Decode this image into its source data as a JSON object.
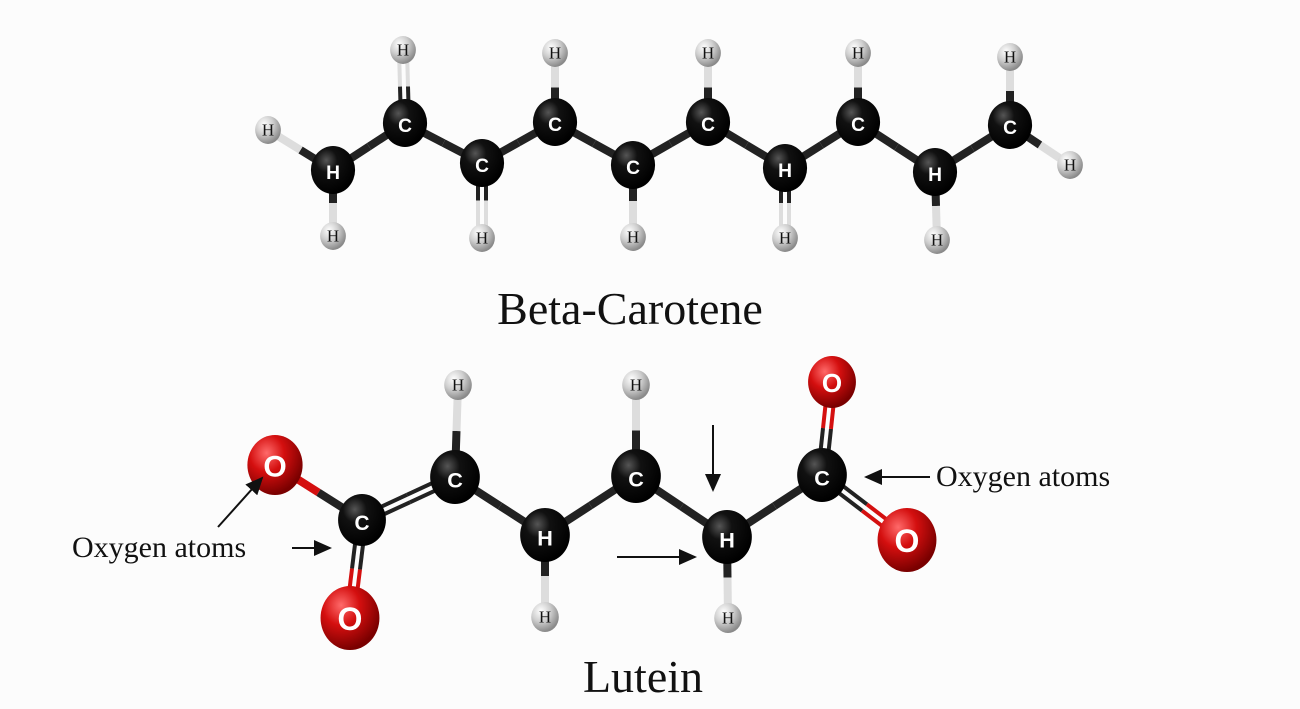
{
  "beta_carotene": {
    "title": "Beta-Carotene",
    "backbone": [
      "H",
      "C",
      "C",
      "C",
      "C",
      "C",
      "H",
      "C",
      "H",
      "C"
    ],
    "hydrogens": [
      "H",
      "H",
      "H",
      "H",
      "H",
      "H",
      "H",
      "H",
      "H",
      "H",
      "H",
      "H"
    ]
  },
  "lutein": {
    "title": "Lutein",
    "atoms": [
      "O",
      "C",
      "O",
      "C",
      "H",
      "C",
      "H",
      "C",
      "O",
      "O"
    ],
    "hydrogens": [
      "H",
      "H",
      "H",
      "H"
    ],
    "label_left": "Oxygen atoms",
    "label_right": "Oxygen atoms"
  },
  "colors": {
    "carbon": "#0a0a0a",
    "hydrogen": "#c8c8c8",
    "oxygen": "#d40f0f"
  }
}
